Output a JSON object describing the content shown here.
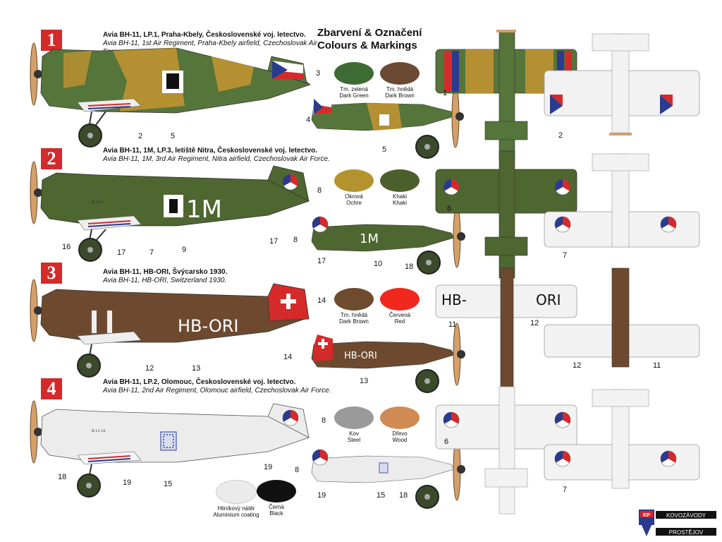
{
  "header": {
    "title_cz": "Zbarvení & Označení",
    "title_en": "Colours & Markings"
  },
  "schemes": [
    {
      "number": "1",
      "title": "Avia BH-11, LP.1, Praha-Kbely, Československé voj. letectvo.",
      "subtitle": "Avia BH-11, 1st Air Regiment, Praha-Kbely airfield, Czechoslovak Air Force."
    },
    {
      "number": "2",
      "title": "Avia BH-11, 1M, LP.3, letiště Nitra, Československé voj. letectvo.",
      "subtitle": "Avia BH-11, 1M, 3rd Air Regiment, Nitra airfield, Czechoslovak Air Force."
    },
    {
      "number": "3",
      "title": "Avia BH-11, HB-ORI, Švýcarsko 1930.",
      "subtitle": "Avia BH-11, HB-ORI, Switzerland 1930."
    },
    {
      "number": "4",
      "title": "Avia BH-11, LP.2, Olomouc, Československé voj. letectvo.",
      "subtitle": "Avia BH-11, 2nd Air Regiment, Olomouc airfield, Czechoslovak Air Force."
    }
  ],
  "swatches": [
    {
      "cz": "Tm. zelená",
      "en": "Dark Green",
      "color": "#3e6b34"
    },
    {
      "cz": "Tm. hnědá",
      "en": "Dark Brown",
      "color": "#6a4a33"
    },
    {
      "cz": "Okrová",
      "en": "Ochre",
      "color": "#b4932f"
    },
    {
      "cz": "Khaki",
      "en": "Khaki",
      "color": "#4b5f2c"
    },
    {
      "cz": "Tm. hnědá",
      "en": "Dark Brown",
      "color": "#6e4a2e"
    },
    {
      "cz": "Červená",
      "en": "Red",
      "color": "#f0281e"
    },
    {
      "cz": "Kov",
      "en": "Steel",
      "color": "#9a9a9a"
    },
    {
      "cz": "Dřevo",
      "en": "Wood",
      "color": "#d08a54"
    },
    {
      "cz": "Hliníkový nátěr",
      "en": "Aluminium coating",
      "color": "#ebebeb"
    },
    {
      "cz": "Černá",
      "en": "Black",
      "color": "#111111"
    }
  ],
  "markings": {
    "reg_1m": "1M",
    "reg_hb": "HB-ORI",
    "reg_hb_wing_left": "HB-",
    "reg_hb_wing_right": "ORI",
    "serial_1": "B.11.1",
    "serial_10": "B.11.10"
  },
  "callouts": [
    "1",
    "2",
    "3",
    "4",
    "5",
    "6",
    "7",
    "8",
    "9",
    "10",
    "11",
    "12",
    "13",
    "14",
    "15",
    "16",
    "17",
    "18",
    "19"
  ],
  "logo": {
    "line1": "KOVOZÁVODY",
    "line2": "PROSTĚJOV",
    "mark": "KP"
  },
  "colors": {
    "red": "#d42a2a",
    "blue": "#2a3b8f",
    "green": "#55753a",
    "ochre": "#b49032",
    "khaki": "#4e6630",
    "brown": "#6d4a2f",
    "alu": "#ececec",
    "wood": "#c9864d"
  }
}
